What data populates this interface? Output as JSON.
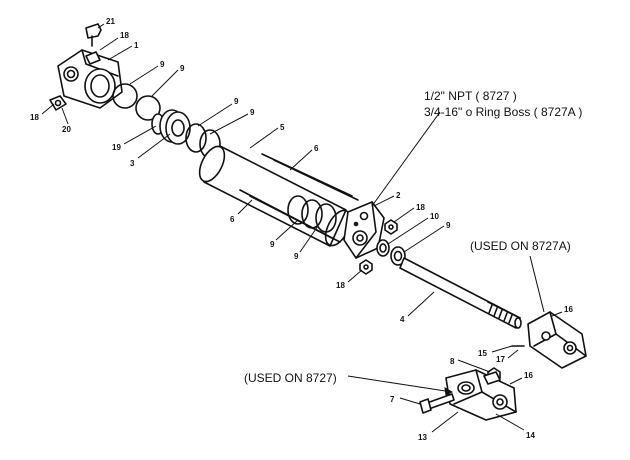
{
  "callouts": {
    "c21": "21",
    "c18a": "18",
    "c1": "1",
    "c9a": "9",
    "c9b": "9",
    "c18b": "18",
    "c20": "20",
    "c19": "19",
    "c3": "3",
    "c9c": "9",
    "c9d": "9",
    "c5": "5",
    "c6a": "6",
    "c6b": "6",
    "c9e": "9",
    "c9f": "9",
    "c2": "2",
    "c18c": "18",
    "c10": "10",
    "c9g": "9",
    "c18d": "18",
    "c4": "4",
    "c16a": "16",
    "c15": "15",
    "c17": "17",
    "c8": "8",
    "c16b": "16",
    "c7": "7",
    "c13": "13",
    "c14": "14"
  },
  "notes": {
    "port_npt": "1/2\" NPT ( 8727 )",
    "port_oring": "3/4-16\" o Ring Boss ( 8727A )",
    "used_8727a": "(USED ON 8727A)",
    "used_8727": "(USED ON 8727)"
  }
}
